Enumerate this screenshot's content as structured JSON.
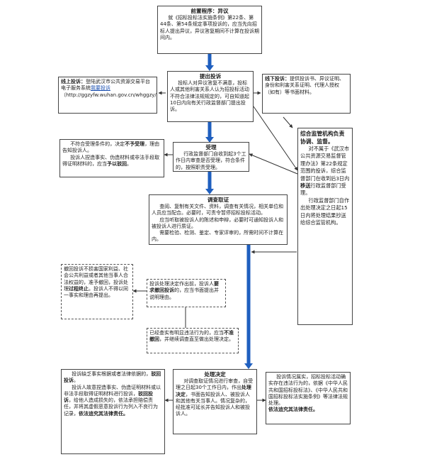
{
  "colors": {
    "arrow_main": "#1f5fbf",
    "border": "#444444",
    "text": "#222222"
  },
  "pre": {
    "title": "前置程序：异议",
    "body": "就《招标投标法实施条例》第22条、第44条、第54条规定事项投诉的，应当先向招标人提出异议，异议答复期间不计算在投诉期间内。"
  },
  "online": {
    "title": "线上投诉：",
    "t1": "登陆武汉市公共资源交易平台电子服务系统",
    "link": "我要投诉",
    "t2": "（http://ggzyfw.wuhan.gov.cn/whggzy/tsjg/763614.jhtml）"
  },
  "complaint": {
    "title": "提出投诉",
    "body": "投标人对异议答复不满意，投标人或其他利害关系人认为招投标活动不符合法律法规规定的，可自知道起10日内向有关行政监督部门提出投诉。"
  },
  "offline": {
    "title": "线下投诉：",
    "body": "提供投诉书、异议证明、身份和利害关系证明、代理人授权（如有）等书面材料。"
  },
  "supervision": {
    "title": "综合监管机构负责协调、监督。",
    "p1a": "对不属于《武汉市公共资源交易监督管理办法》第22条规定范围的投诉，综合监督部门在收到后3日内",
    "p1b": "移送",
    "p1c": "行政监督部门受理。",
    "p2": "行政监督部门自作出处理决定之日起15日内将处理结果抄送给综合监管机构。"
  },
  "reject": {
    "a": "不符合受理条件的，决定",
    "b": "不予受理",
    "c": "，理由告知投诉人。",
    "d": "投诉人捏造事实、伪造材料或非法手段取得证明材料的，应当",
    "e": "予以驳回",
    "f": "。"
  },
  "accept": {
    "title": "受理",
    "body": "行政监督部门自收到起3个工作日内审查是否受理，符合条件的，按照职责受理。"
  },
  "investigate": {
    "title": "调查取证",
    "p1": "查阅、复制有关文件、资料，调查有关情况，相关单位和人员应当配合。必要时，可责令暂停招标投标活动。",
    "p2": "应当听取被投诉人的陈述和申辩，必要时可通知投诉人和被投诉人进行质证。",
    "p3": "需要检验、检测、鉴定、专家评审的，所需时间不计算在内。"
  },
  "withdraw_left": {
    "a": "撤回投诉不损害国家利益、社会公共利益或者其他当事人合法权益的，准予撤回，投诉处理",
    "b": "过程终止",
    "c": "。投诉人不得以同一事实和理由再提出。"
  },
  "withdraw_req": {
    "a": "投诉处理决定作出前，投诉人",
    "b": "要求撤回投诉",
    "c": "的，应当书面提出并说明理由。"
  },
  "nowithdraw": {
    "a": "已经查实有明显违法行为的，应当",
    "b": "不准撤回",
    "c": "，并继续调查直至做出处理决定。"
  },
  "decision": {
    "title": "处理决定",
    "p1": "对调查取证情况进行审查，自受理之日起30个工作日内，作出",
    "p1b": "处理决定",
    "p1c": "，书面告知投诉人、被投诉人和其他有关当事人。情况复杂的，经批准可延长并告知投诉人和被投诉人。"
  },
  "bottom_left": {
    "a": "投诉缺乏事实根据或者法律依据的，",
    "b": "驳回投诉",
    "c": "。",
    "d": "投诉人故意捏造事实、伪造证明材料或以非法手段取得证明材料进行投诉，",
    "e": "驳回投诉",
    "f": "，给他人造成损失的，依法承担赔偿责任，并将其虚假恶意投诉行为列入不良行为记录，",
    "g": "依法追究其法律责任。"
  },
  "bottom_right": {
    "a": "投诉情况属实，招标投标活动确实存在违法行为的，依据《中华人民共和国招标投标法》、《中华人民共和国招标投标法实施条例》等法律法规处理。",
    "b": "依法追究其法律责任。"
  }
}
